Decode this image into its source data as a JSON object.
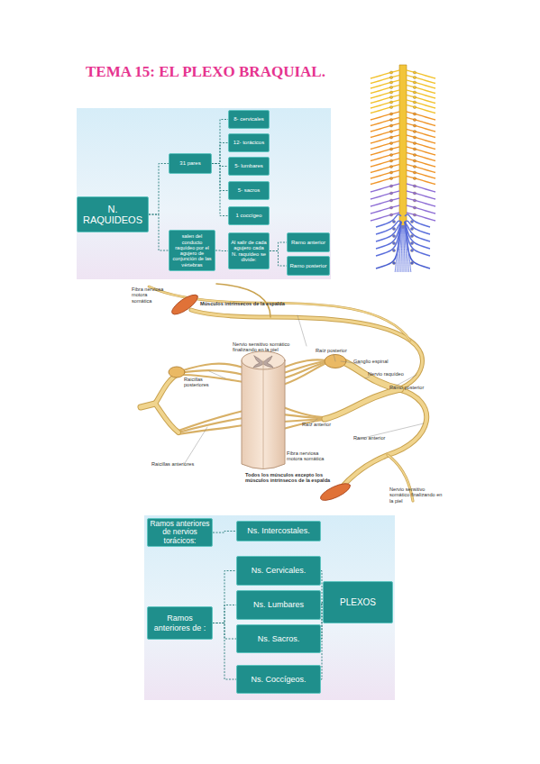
{
  "diagram": {
    "title": "TEMA 15: EL PLEXO BRAQUIAL.",
    "nodes": [
      {
        "text": [
          "N. RAQUIDEOS"
        ]
      },
      {
        "text": [
          "31 pares"
        ]
      },
      {
        "text": [
          "8- cervicales"
        ]
      },
      {
        "text": [
          "12- torácicos"
        ]
      },
      {
        "text": [
          "5- lumbares"
        ]
      },
      {
        "text": [
          "5- sacros"
        ]
      },
      {
        "text": [
          "1 coccígeo"
        ]
      },
      {
        "text": [
          "salen del conducto raquídeo por el agujero de conjunción de las vértebras"
        ]
      },
      {
        "text": [
          "Al salir de cada agujero cada N. raquídeo se divide:"
        ]
      },
      {
        "text": [
          "Ramo anterior"
        ]
      },
      {
        "text": [
          "Ramo posterior"
        ]
      },
      {
        "text": [
          "Ramos anteriores de nervios torácicos:"
        ]
      },
      {
        "text": [
          "Ns. Intercostales."
        ]
      },
      {
        "text": [
          "Ramos anteriores de :"
        ]
      },
      {
        "text": [
          "Ns. Cervicales."
        ]
      },
      {
        "text": [
          "Ns. Lumbares"
        ]
      },
      {
        "text": [
          "Ns. Sacros."
        ]
      },
      {
        "text": [
          "Ns. Coccígeos."
        ]
      },
      {
        "text": [
          "PLEXOS"
        ]
      }
    ],
    "edges": [
      {
        "from": 0,
        "to": 1,
        "arrow": "none"
      },
      {
        "from": 0,
        "to": 7,
        "arrow": "none"
      },
      {
        "from": 1,
        "to": 2,
        "arrow": "none"
      },
      {
        "from": 1,
        "to": 3,
        "arrow": "none"
      },
      {
        "from": 1,
        "to": 4,
        "arrow": "none"
      },
      {
        "from": 1,
        "to": 5,
        "arrow": "none"
      },
      {
        "from": 1,
        "to": 6,
        "arrow": "none"
      },
      {
        "from": 7,
        "to": 8,
        "arrow": "none"
      },
      {
        "from": 8,
        "to": 9,
        "arrow": "none"
      },
      {
        "from": 8,
        "to": 10,
        "arrow": "none"
      },
      {
        "from": 11,
        "to": 12,
        "arrow": "none"
      },
      {
        "from": 13,
        "to": 14,
        "arrow": "none"
      },
      {
        "from": 13,
        "to": 15,
        "arrow": "none"
      },
      {
        "from": 13,
        "to": 16,
        "arrow": "none"
      },
      {
        "from": 13,
        "to": 17,
        "arrow": "none"
      },
      {
        "from": 14,
        "to": 18,
        "arrow": "none"
      },
      {
        "from": 15,
        "to": 18,
        "arrow": "none"
      },
      {
        "from": 16,
        "to": 18,
        "arrow": "none"
      },
      {
        "from": 17,
        "to": 18,
        "arrow": "none"
      }
    ],
    "labels": [
      "Fibra nerviosa motora somática",
      "Músculos intrínsecos de la espalda",
      "Nervio sensitivo somático finalizando en la piel",
      "Raíz posterior",
      "Ganglio espinal",
      "Nervio raquídeo",
      "Ramo posterior",
      "Raicillas posteriores",
      "Raíz anterior",
      "Ramo anterior",
      "Raicillas anteriores",
      "Fibra nerviosa motora somática",
      "Todos los músculos excepto los músculos intrínsecos de la espalda",
      "Nervio sensitivo somático finalizando en la piel"
    ]
  }
}
